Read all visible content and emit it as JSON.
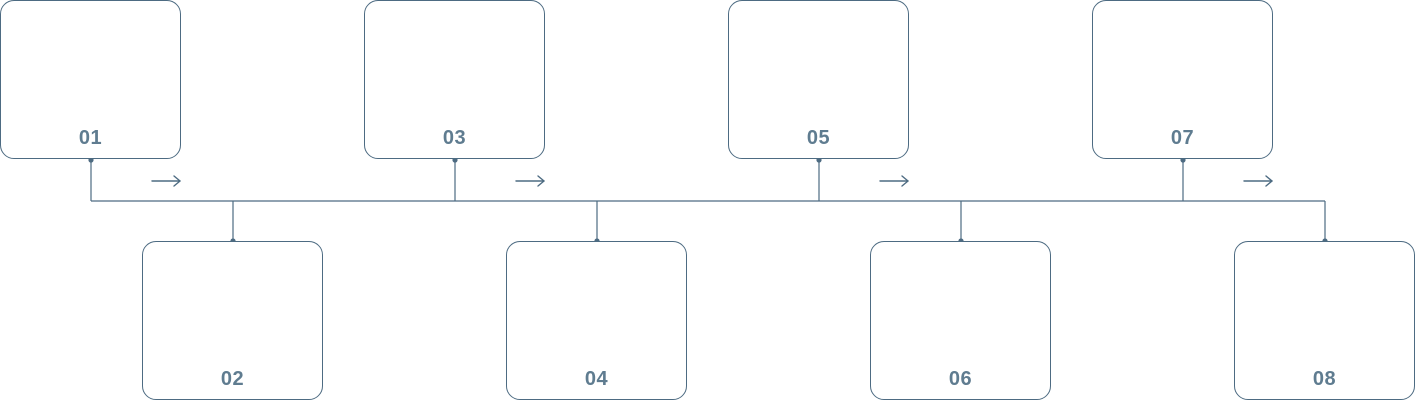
{
  "diagram": {
    "line_color": "#4d6b82",
    "number_color": "#5f7c90",
    "direction_glyph": "→",
    "steps": [
      {
        "number": "01"
      },
      {
        "number": "02"
      },
      {
        "number": "03"
      },
      {
        "number": "04"
      },
      {
        "number": "05"
      },
      {
        "number": "06"
      },
      {
        "number": "07"
      },
      {
        "number": "08"
      }
    ]
  }
}
